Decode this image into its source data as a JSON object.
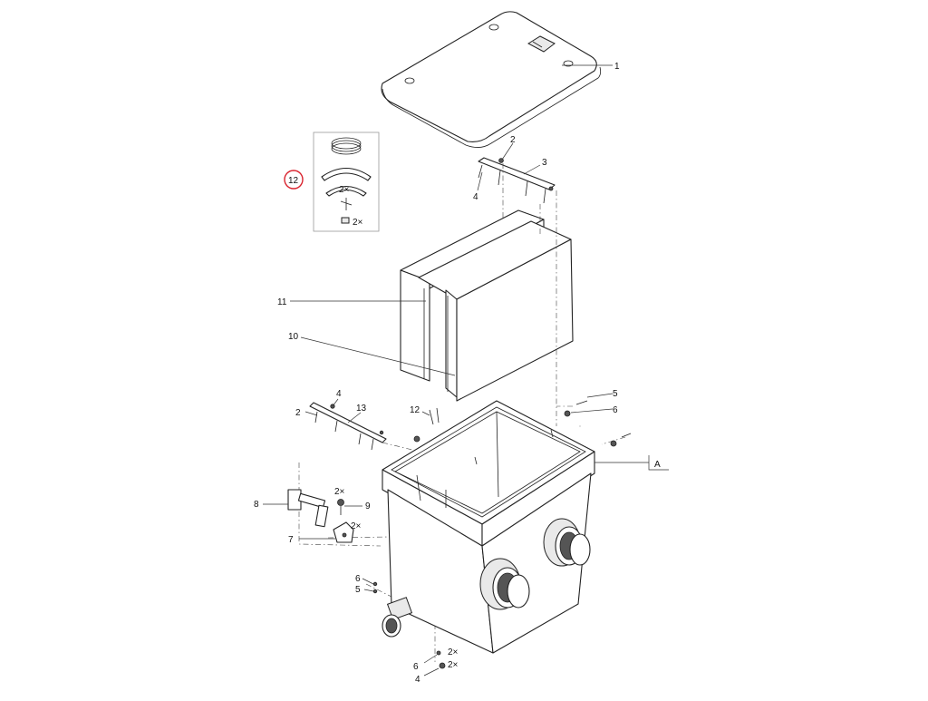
{
  "callouts": {
    "c1": "1",
    "c2_top": "2",
    "c3": "3",
    "c4_top": "4",
    "c11": "11",
    "c10": "10",
    "c4_mid": "4",
    "c13": "13",
    "c2_mid": "2",
    "c12_mid": "12",
    "c5_right": "5",
    "c6_right": "6",
    "cA": "A",
    "c8": "8",
    "c2x_9": "2×",
    "c9": "9",
    "c7": "7",
    "c2x_7": "2×",
    "c6_left": "6",
    "c5_left": "5",
    "c6_bottom": "6",
    "c2x_6": "2×",
    "c4_bottom": "4",
    "c2x_4": "2×"
  },
  "kit": {
    "label": "12",
    "qty_a": "2×",
    "qty_b": "2×",
    "highlight_color": "#d9232e"
  }
}
